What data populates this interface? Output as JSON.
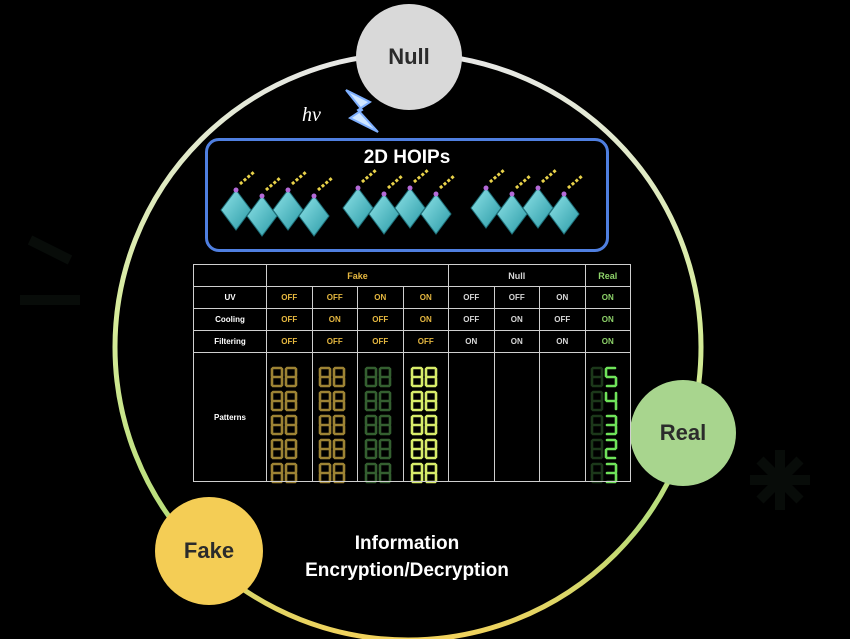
{
  "nodes": {
    "null": "Null",
    "real": "Real",
    "fake": "Fake"
  },
  "photon_label": "hv",
  "hoip": {
    "title": "2D HOIPs"
  },
  "caption": {
    "line1": "Information",
    "line2": "Encryption/Decryption"
  },
  "table": {
    "groups": [
      "Fake",
      "Null",
      "Real"
    ],
    "rows": [
      {
        "label": "UV",
        "cells": [
          "OFF",
          "OFF",
          "ON",
          "ON",
          "OFF",
          "OFF",
          "ON",
          "ON"
        ]
      },
      {
        "label": "Cooling",
        "cells": [
          "OFF",
          "ON",
          "OFF",
          "ON",
          "OFF",
          "ON",
          "OFF",
          "ON"
        ]
      },
      {
        "label": "Filtering",
        "cells": [
          "OFF",
          "OFF",
          "OFF",
          "OFF",
          "ON",
          "ON",
          "ON",
          "ON"
        ]
      }
    ],
    "patterns_label": "Patterns",
    "real_digits": [
      "5",
      "4",
      "3",
      "2",
      "3"
    ]
  },
  "colors": {
    "fake": "#f4cd55",
    "null": "#d9d9d9",
    "real": "#a8d58e",
    "box_border": "#4f7fe0"
  }
}
